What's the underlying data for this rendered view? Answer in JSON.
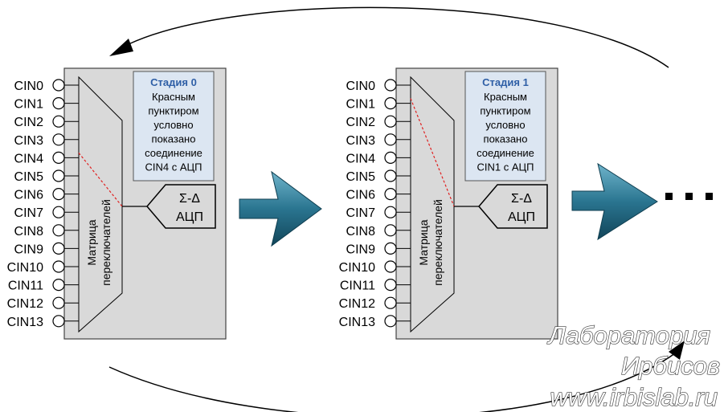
{
  "pins": [
    "CIN0",
    "CIN1",
    "CIN2",
    "CIN3",
    "CIN4",
    "CIN5",
    "CIN6",
    "CIN7",
    "CIN8",
    "CIN9",
    "CIN10",
    "CIN11",
    "CIN12",
    "CIN13"
  ],
  "stages": [
    {
      "title": "Стадия 0",
      "note": [
        "Красным",
        "пунктиром",
        "условно",
        "показано",
        "соединение",
        "CIN4 с АЦП"
      ],
      "connected_pin_index": 4,
      "adc": [
        "Σ-Δ",
        "АЦП"
      ],
      "mux": [
        "Матрица",
        "переключателей"
      ]
    },
    {
      "title": "Стадия 1",
      "note": [
        "Красным",
        "пунктиром",
        "условно",
        "показано",
        "соединение",
        "CIN1 с АЦП"
      ],
      "connected_pin_index": 1,
      "adc": [
        "Σ-Δ",
        "АЦП"
      ],
      "mux": [
        "Матрица",
        "переключателей"
      ]
    }
  ],
  "ellipsis": "...",
  "watermark": [
    "Лаборатория",
    "Ирбисов",
    "www.irbislab.ru"
  ],
  "colors": {
    "chip_fill": "#d9d9d9",
    "note_fill": "#dce6f2",
    "dashed_line": "#e02020",
    "arrow_fill": "#2a7590"
  }
}
